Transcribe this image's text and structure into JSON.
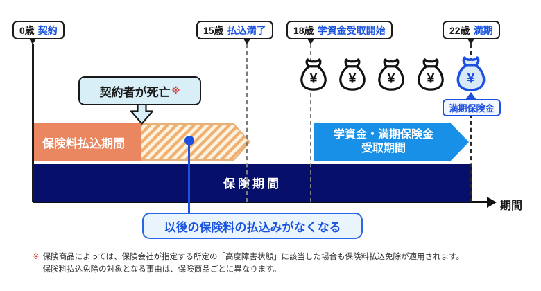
{
  "timeline": {
    "milestones": [
      {
        "age": "0歳",
        "event": "契約"
      },
      {
        "age": "15歳",
        "event": "払込満了"
      },
      {
        "age": "18歳",
        "event": "学資金受取開始"
      },
      {
        "age": "22歳",
        "event": "満期"
      }
    ],
    "axis_label": "期間"
  },
  "bars": {
    "premium_payment_period": "保険料払込期間",
    "benefit_receive_line1": "学資金・満期保険金",
    "benefit_receive_line2": "受取期間",
    "insurance_period": "保険期間"
  },
  "callouts": {
    "death_event": "契約者が死亡",
    "death_note_mark": "※",
    "maturity_benefit": "満期保険金",
    "premium_waiver": "以後の保険料の払込みがなくなる"
  },
  "money_bags": {
    "icon": "money-bag-icon",
    "currency_symbol": "¥",
    "count_black": 4,
    "count_blue": 1
  },
  "footnote": {
    "mark": "※",
    "line1": "保険商品によっては、保険会社が指定する所定の「高度障害状態」に該当した場合も保険料払込免除が適用されます。",
    "line2": "保険料払込免除の対象となる事由は、保険商品ごとに異なります。"
  },
  "colors": {
    "premium_bar": "#EA8660",
    "hatch_stripe": "#F0AE6F",
    "hatch_bg": "#FBF2DF",
    "benefit_arrow": "#1890E8",
    "insurance_bar": "#06106B",
    "accent_blue": "#1D4FE0",
    "milestone_blue": "#1A53E0",
    "death_callout_bg": "#D8EFF8",
    "note_red": "#D9342C"
  }
}
